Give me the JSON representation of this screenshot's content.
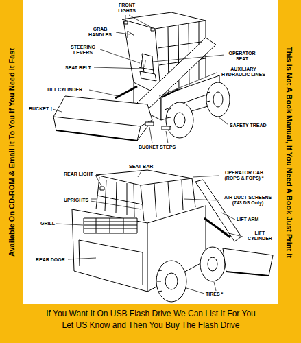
{
  "diagram": {
    "labels": [
      "FRONT LIGHTS",
      "GRAB HANDLES",
      "STEERING LEVERS",
      "SEAT BELT",
      "OPERATOR SEAT",
      "AUXILIARY HYDRAULIC LINES",
      "TILT CYLINDER",
      "BUCKET †",
      "SAFETY TREAD",
      "BUCKET STEPS",
      "SEAT BAR",
      "REAR LIGHT",
      "OPERATOR CAB (ROPS & FOPS) *",
      "UPRIGHTS",
      "AIR DUCT SCREENS (743 DS Only)",
      "GRILL",
      "LIFT ARM",
      "REAR DOOR",
      "LIFT CYLINDER",
      "TIRES *",
      "Available On CD-ROM & Email it To You If You Need it Fast",
      "This is Not A Book Manual, If You Need A Book Just Print it",
      "If You Want It On USB Flash Drive We Can List It For You",
      "Let US Know and Then You Buy The Flash Drive"
    ]
  }
}
